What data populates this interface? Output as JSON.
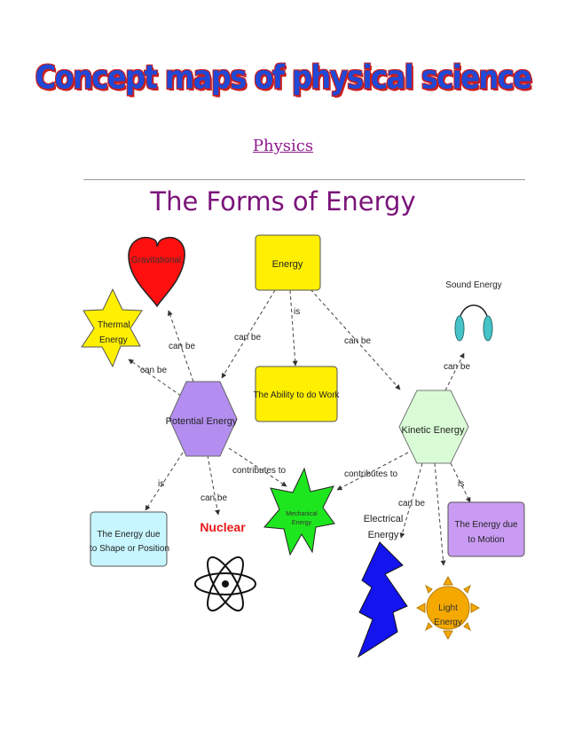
{
  "header": {
    "title": "Concept maps of physical science",
    "subject": "Physics"
  },
  "map": {
    "title": "The Forms of Energy",
    "nodes": {
      "energy": "Energy",
      "ability": "The Ability to do Work",
      "potential": "Potential Energy",
      "kinetic": "Kinetic Energy",
      "gravitational": "Gravitational",
      "thermal_line1": "Thermal",
      "thermal_line2": "Energy",
      "sound": "Sound Energy",
      "mechanical_line1": "Mechanical",
      "mechanical_line2": "Energy",
      "nuclear": "Nuclear",
      "shape_line1": "The Energy due",
      "shape_line2": "to Shape or Position",
      "motion_line1": "The Energy due",
      "motion_line2": "to Motion",
      "electrical_line1": "Electrical",
      "electrical_line2": "Energy",
      "light_line1": "Light",
      "light_line2": "Energy"
    },
    "links": {
      "can_be": "can be",
      "is": "is",
      "contributes_to": "contributes to"
    },
    "colors": {
      "yellow": "#ffef00",
      "violet": "#b38ef0",
      "pale_green": "#d9fcd6",
      "red": "#ff1010",
      "light_blue": "#c8f6ff",
      "lavender": "#c99bf2",
      "green": "#1ee61e",
      "blue": "#1414ee",
      "orange": "#f5a900",
      "teal": "#46c3c8"
    }
  }
}
